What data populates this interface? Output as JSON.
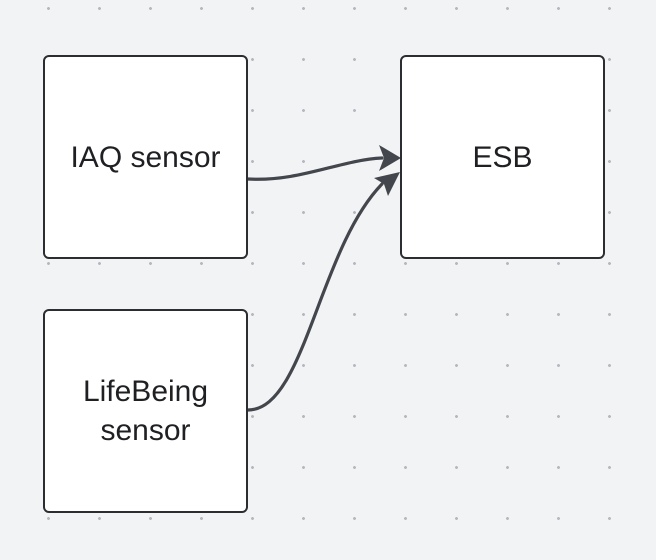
{
  "diagram": {
    "nodes": [
      {
        "id": "iaq",
        "label": "IAQ sensor"
      },
      {
        "id": "lifebeing",
        "label": "LifeBeing sensor"
      },
      {
        "id": "esb",
        "label": "ESB"
      }
    ],
    "edges": [
      {
        "from": "iaq",
        "to": "esb"
      },
      {
        "from": "lifebeing",
        "to": "esb"
      }
    ]
  },
  "colors": {
    "canvas_background": "#f2f3f5",
    "grid_dot": "#b5b8be",
    "node_border": "#2b2d31",
    "node_fill": "#ffffff",
    "edge": "#43464d"
  }
}
